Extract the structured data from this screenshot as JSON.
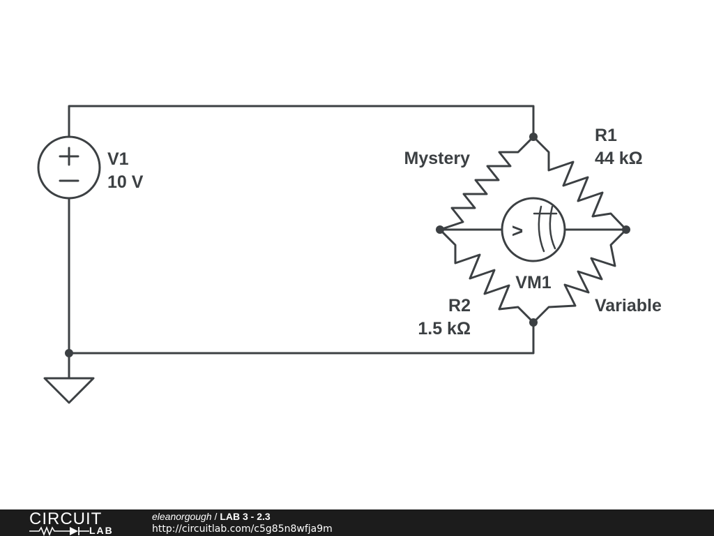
{
  "circuit": {
    "source": {
      "name": "V1",
      "value": "10 V",
      "plus": "+",
      "minus": "−"
    },
    "r1": {
      "name": "R1",
      "value": "44 kΩ"
    },
    "r2": {
      "name": "R2",
      "value": "1.5 kΩ"
    },
    "mystery": {
      "label": "Mystery"
    },
    "variable": {
      "label": "Variable"
    },
    "meter": {
      "name": "VM1",
      "symbol": ">"
    }
  },
  "footer": {
    "logo_top": "CIRCUIT",
    "logo_bottom": "LAB",
    "author": "eleanorgough",
    "separator": " / ",
    "title": "LAB 3 - 2.3",
    "url": "http://circuitlab.com/c5g85n8wfja9m"
  },
  "colors": {
    "wire": "#3c4043",
    "footer_bg": "#1c1c1c",
    "footer_text": "#ffffff",
    "background": "#ffffff"
  }
}
